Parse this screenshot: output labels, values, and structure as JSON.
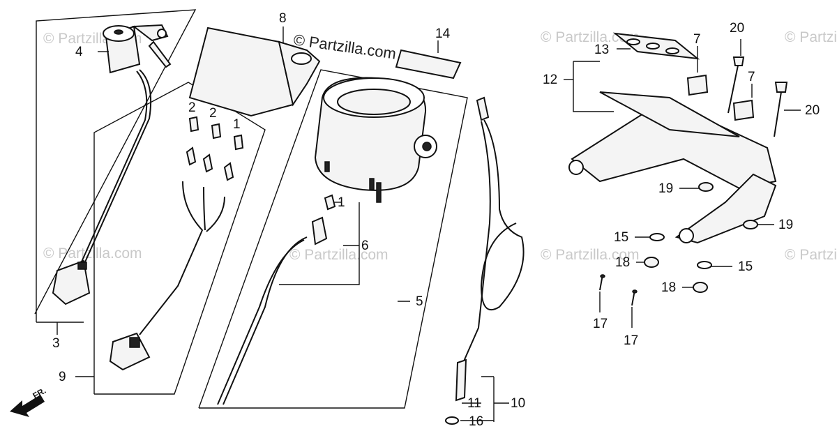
{
  "watermark": {
    "main": "© Partzilla.com",
    "faint": "© Partzilla.com"
  },
  "direction_label": "FR.",
  "callouts": {
    "c1a": "1",
    "c1b": "1",
    "c2a": "2",
    "c2b": "2",
    "c3": "3",
    "c4": "4",
    "c5": "5",
    "c6": "6",
    "c7a": "7",
    "c7b": "7",
    "c8": "8",
    "c9": "9",
    "c10": "10",
    "c11": "11",
    "c12": "12",
    "c13": "13",
    "c14": "14",
    "c15a": "15",
    "c15b": "15",
    "c16": "16",
    "c17a": "17",
    "c17b": "17",
    "c18a": "18",
    "c18b": "18",
    "c19a": "19",
    "c19b": "19",
    "c20a": "20",
    "c20b": "20"
  },
  "colors": {
    "line": "#111111",
    "watermark": "#c9c9c9",
    "background": "#ffffff"
  }
}
